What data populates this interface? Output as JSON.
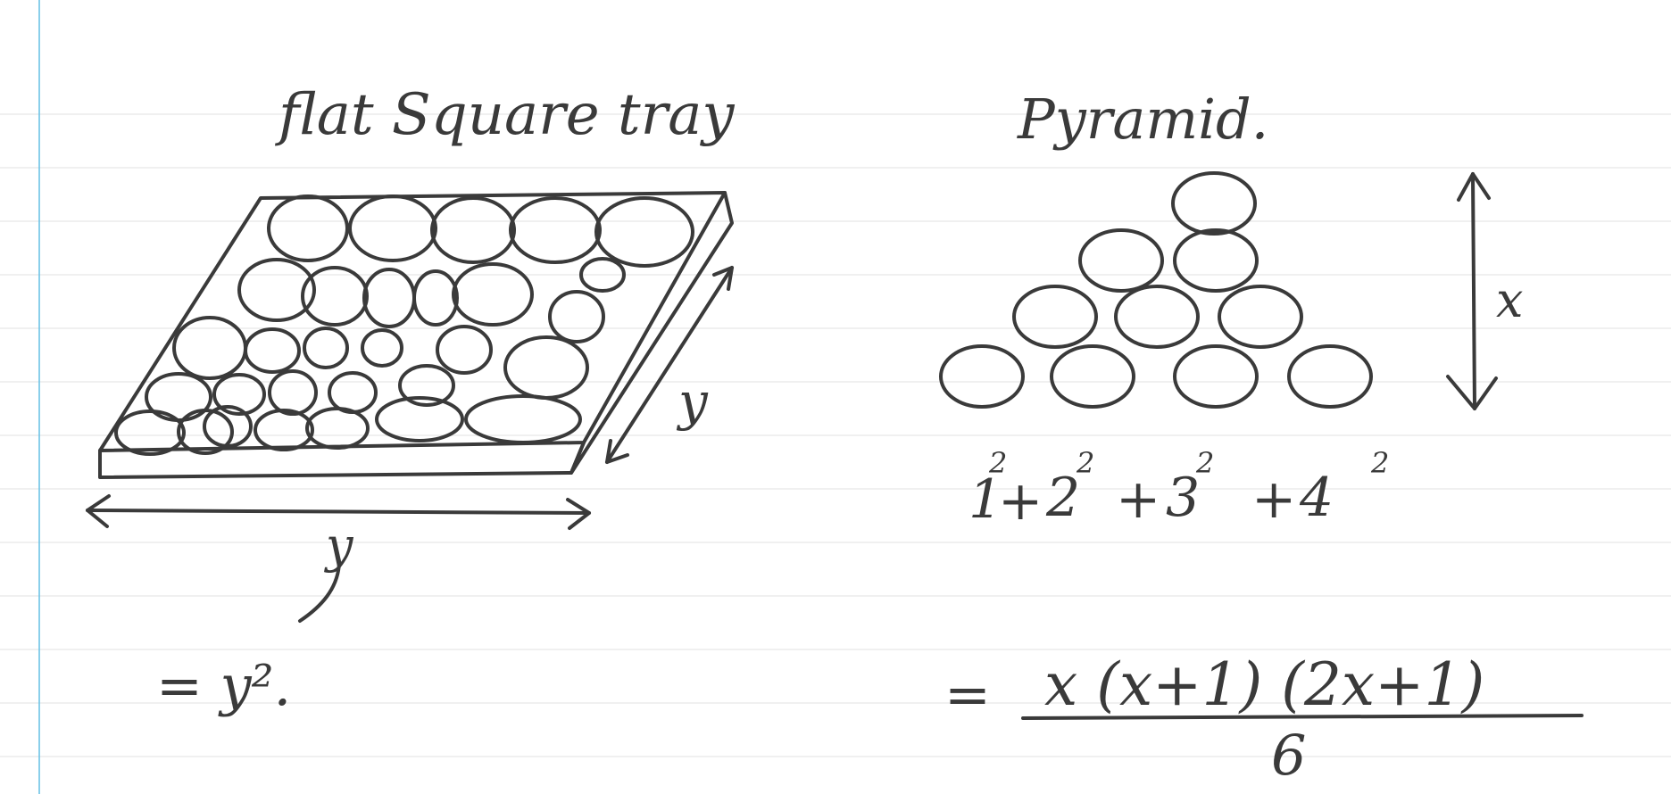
{
  "page": {
    "paper": "lined notebook paper",
    "ink_color": "#3a3a3a",
    "margin_line_color": "#6cc3e6",
    "ruled_line_color": "#e6e6e6"
  },
  "tray": {
    "title": "flat Square tray",
    "depth_label": "y",
    "width_label": "y",
    "formula": "= y²."
  },
  "pyramid": {
    "title": "Pyramid.",
    "height_label": "x",
    "sum_terms": [
      "1",
      "2",
      "3",
      "4"
    ],
    "exponent": "2",
    "plus": "+",
    "formula_prefix": "=",
    "formula_numerator": "x (x+1) (2x+1)",
    "formula_denominator": "6",
    "rows": [
      1,
      2,
      3,
      4
    ]
  }
}
